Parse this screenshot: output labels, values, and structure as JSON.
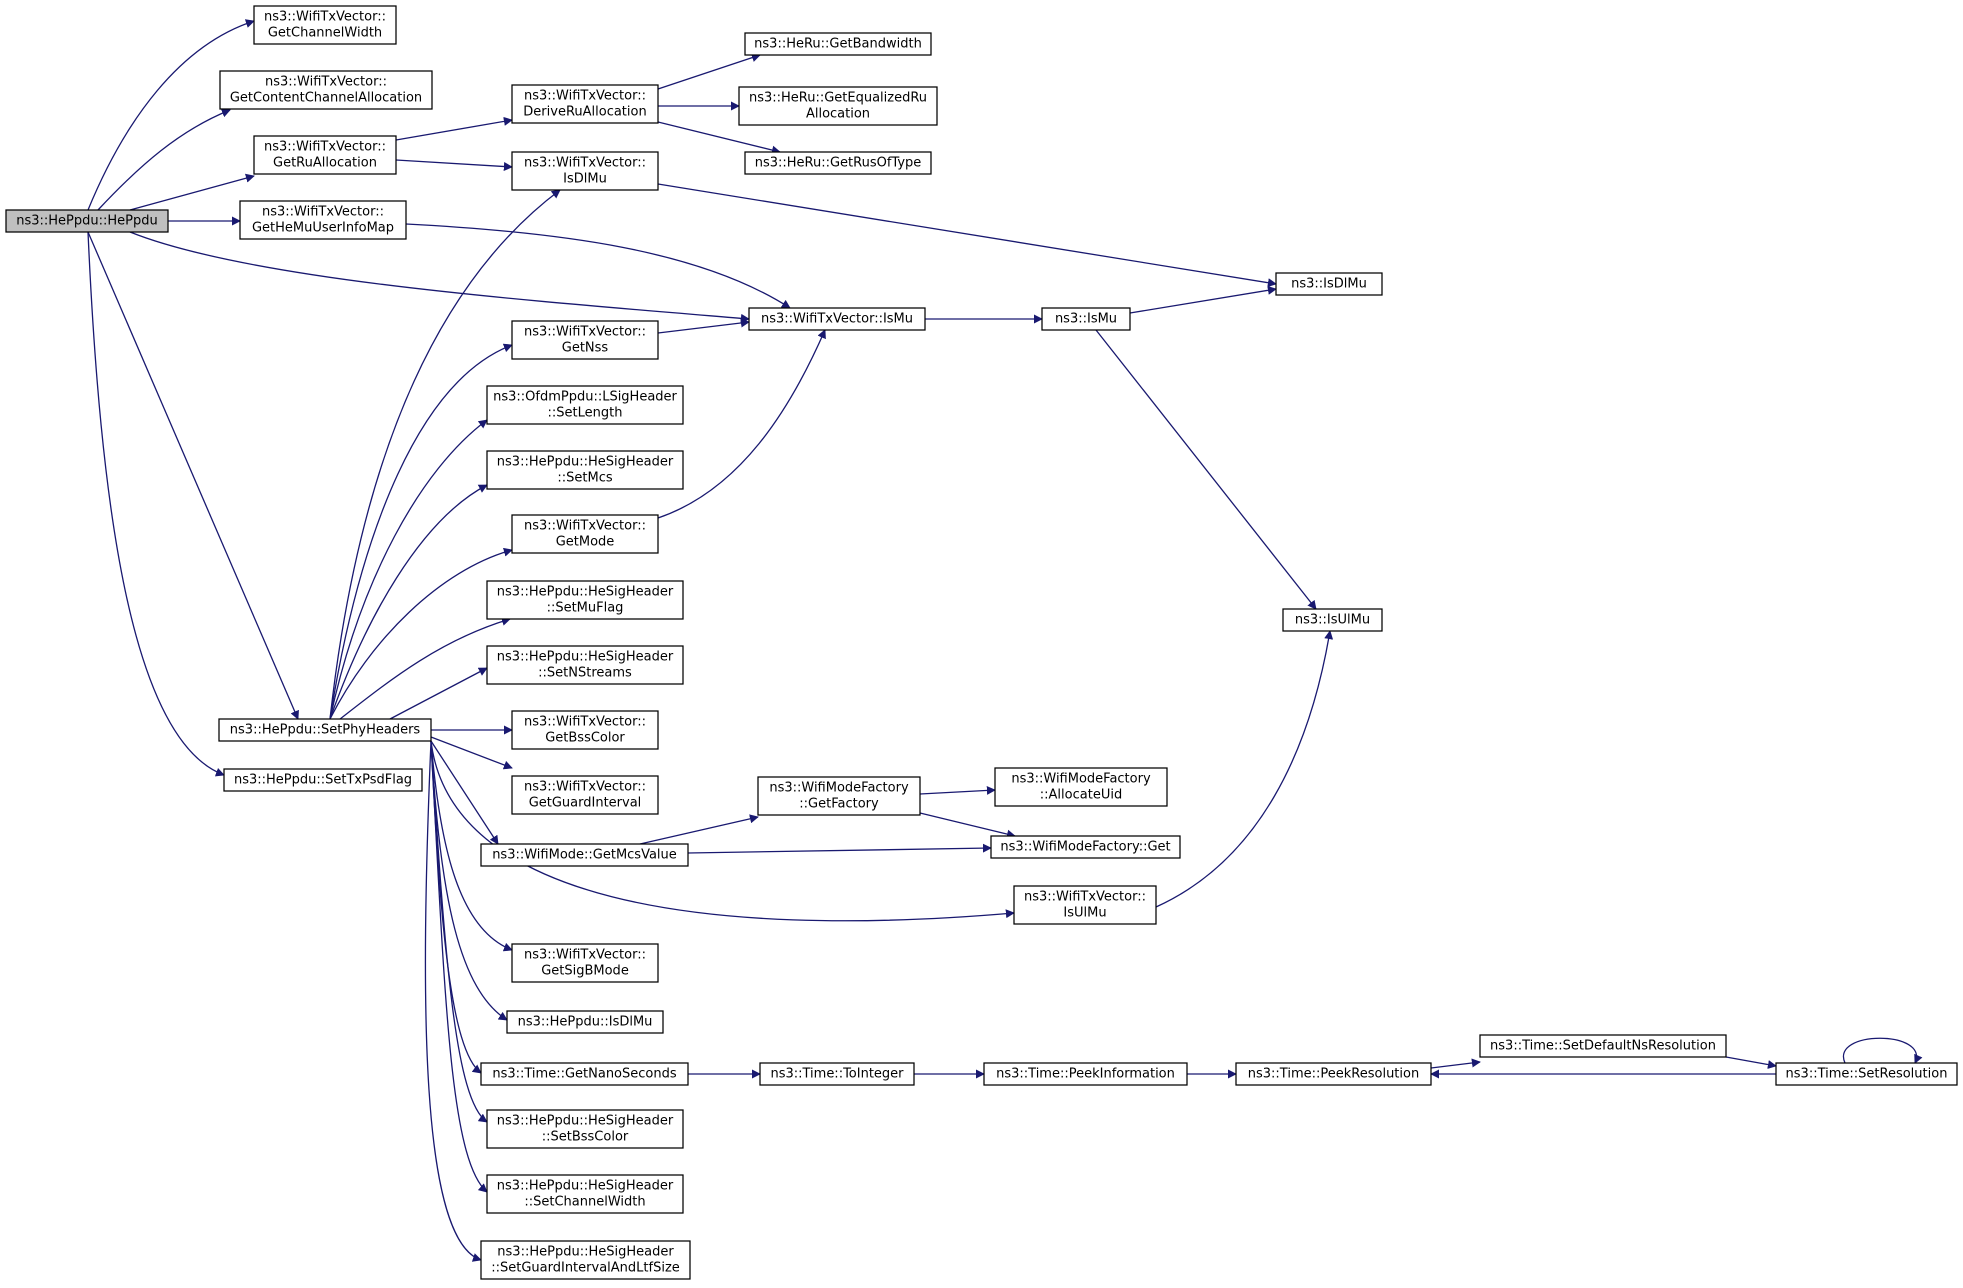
{
  "colors": {
    "edge": "#191970",
    "node_border": "#000000",
    "root_fill": "#bfbfbf",
    "node_fill": "#ffffff"
  },
  "nodes": [
    {
      "id": "root",
      "lines": [
        "ns3::HePpdu::HePpdu"
      ],
      "root": true
    },
    {
      "id": "gcw",
      "lines": [
        "ns3::WifiTxVector::",
        "GetChannelWidth"
      ]
    },
    {
      "id": "gcca",
      "lines": [
        "ns3::WifiTxVector::",
        "GetContentChannelAllocation"
      ]
    },
    {
      "id": "grua",
      "lines": [
        "ns3::WifiTxVector::",
        "GetRuAllocation"
      ]
    },
    {
      "id": "ghemu",
      "lines": [
        "ns3::WifiTxVector::",
        "GetHeMuUserInfoMap"
      ]
    },
    {
      "id": "drua",
      "lines": [
        "ns3::WifiTxVector::",
        "DeriveRuAllocation"
      ]
    },
    {
      "id": "isdlmu_tx",
      "lines": [
        "ns3::WifiTxVector::",
        "IsDlMu"
      ]
    },
    {
      "id": "gbw",
      "lines": [
        "ns3::HeRu::GetBandwidth"
      ]
    },
    {
      "id": "geqru",
      "lines": [
        "ns3::HeRu::GetEqualizedRu",
        "Allocation"
      ]
    },
    {
      "id": "grot",
      "lines": [
        "ns3::HeRu::GetRusOfType"
      ]
    },
    {
      "id": "ismu_tx",
      "lines": [
        "ns3::WifiTxVector::IsMu"
      ]
    },
    {
      "id": "ismu",
      "lines": [
        "ns3::IsMu"
      ]
    },
    {
      "id": "isdlmu",
      "lines": [
        "ns3::IsDlMu"
      ]
    },
    {
      "id": "isulmu",
      "lines": [
        "ns3::IsUlMu"
      ]
    },
    {
      "id": "gnss",
      "lines": [
        "ns3::WifiTxVector::",
        "GetNss"
      ]
    },
    {
      "id": "setlen",
      "lines": [
        "ns3::OfdmPpdu::LSigHeader",
        "::SetLength"
      ]
    },
    {
      "id": "setmcs",
      "lines": [
        "ns3::HePpdu::HeSigHeader",
        "::SetMcs"
      ]
    },
    {
      "id": "gmode",
      "lines": [
        "ns3::WifiTxVector::",
        "GetMode"
      ]
    },
    {
      "id": "setmuf",
      "lines": [
        "ns3::HePpdu::HeSigHeader",
        "::SetMuFlag"
      ]
    },
    {
      "id": "setnst",
      "lines": [
        "ns3::HePpdu::HeSigHeader",
        "::SetNStreams"
      ]
    },
    {
      "id": "sph",
      "lines": [
        "ns3::HePpdu::SetPhyHeaders"
      ]
    },
    {
      "id": "stpsd",
      "lines": [
        "ns3::HePpdu::SetTxPsdFlag"
      ]
    },
    {
      "id": "gbss",
      "lines": [
        "ns3::WifiTxVector::",
        "GetBssColor"
      ]
    },
    {
      "id": "ggi",
      "lines": [
        "ns3::WifiTxVector::",
        "GetGuardInterval"
      ]
    },
    {
      "id": "gfact",
      "lines": [
        "ns3::WifiModeFactory",
        "::GetFactory"
      ]
    },
    {
      "id": "alloc",
      "lines": [
        "ns3::WifiModeFactory",
        "::AllocateUid"
      ]
    },
    {
      "id": "gmcsv",
      "lines": [
        "ns3::WifiMode::GetMcsValue"
      ]
    },
    {
      "id": "wmfget",
      "lines": [
        "ns3::WifiModeFactory::Get"
      ]
    },
    {
      "id": "isulmu_tx",
      "lines": [
        "ns3::WifiTxVector::",
        "IsUlMu"
      ]
    },
    {
      "id": "gsigb",
      "lines": [
        "ns3::WifiTxVector::",
        "GetSigBMode"
      ]
    },
    {
      "id": "hpisdl",
      "lines": [
        "ns3::HePpdu::IsDlMu"
      ]
    },
    {
      "id": "gnano",
      "lines": [
        "ns3::Time::GetNanoSeconds"
      ]
    },
    {
      "id": "toint",
      "lines": [
        "ns3::Time::ToInteger"
      ]
    },
    {
      "id": "peekinfo",
      "lines": [
        "ns3::Time::PeekInformation"
      ]
    },
    {
      "id": "peekres",
      "lines": [
        "ns3::Time::PeekResolution"
      ]
    },
    {
      "id": "setdef",
      "lines": [
        "ns3::Time::SetDefaultNsResolution"
      ]
    },
    {
      "id": "setres",
      "lines": [
        "ns3::Time::SetResolution"
      ]
    },
    {
      "id": "setbssc",
      "lines": [
        "ns3::HePpdu::HeSigHeader",
        "::SetBssColor"
      ]
    },
    {
      "id": "setchw",
      "lines": [
        "ns3::HePpdu::HeSigHeader",
        "::SetChannelWidth"
      ]
    },
    {
      "id": "setgi",
      "lines": [
        "ns3::HePpdu::HeSigHeader",
        "::SetGuardIntervalAndLtfSize"
      ]
    }
  ]
}
